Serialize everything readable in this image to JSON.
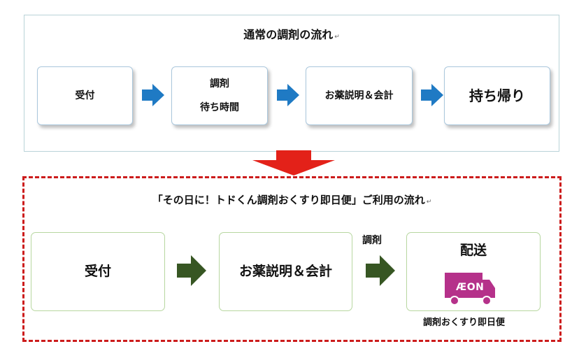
{
  "top_flow": {
    "title": "通常の調剤の流れ",
    "return_mark": "↵",
    "steps": [
      {
        "lines": [
          "受付"
        ]
      },
      {
        "lines": [
          "調剤",
          "待ち時間"
        ]
      },
      {
        "lines": [
          "お薬説明＆会計"
        ]
      },
      {
        "lines": [
          "持ち帰り"
        ]
      }
    ]
  },
  "bottom_flow": {
    "title": "「その日に！トドくん調剤おくすり即日便」ご利用の流れ",
    "return_mark": "↵",
    "steps": [
      {
        "lines": [
          "受付"
        ]
      },
      {
        "lines": [
          "お薬説明＆会計"
        ]
      },
      {
        "lines": [
          "配送"
        ]
      }
    ],
    "between_label": "調剤",
    "truck_logo": "ÆON",
    "delivery_caption": "調剤おくすり即日便"
  },
  "colors": {
    "top_arrow": "#1f7ac4",
    "bottom_arrow": "#375623",
    "transition_arrow": "#e32119",
    "dashed_border": "#cc1c1c",
    "truck": "#b5318a"
  }
}
